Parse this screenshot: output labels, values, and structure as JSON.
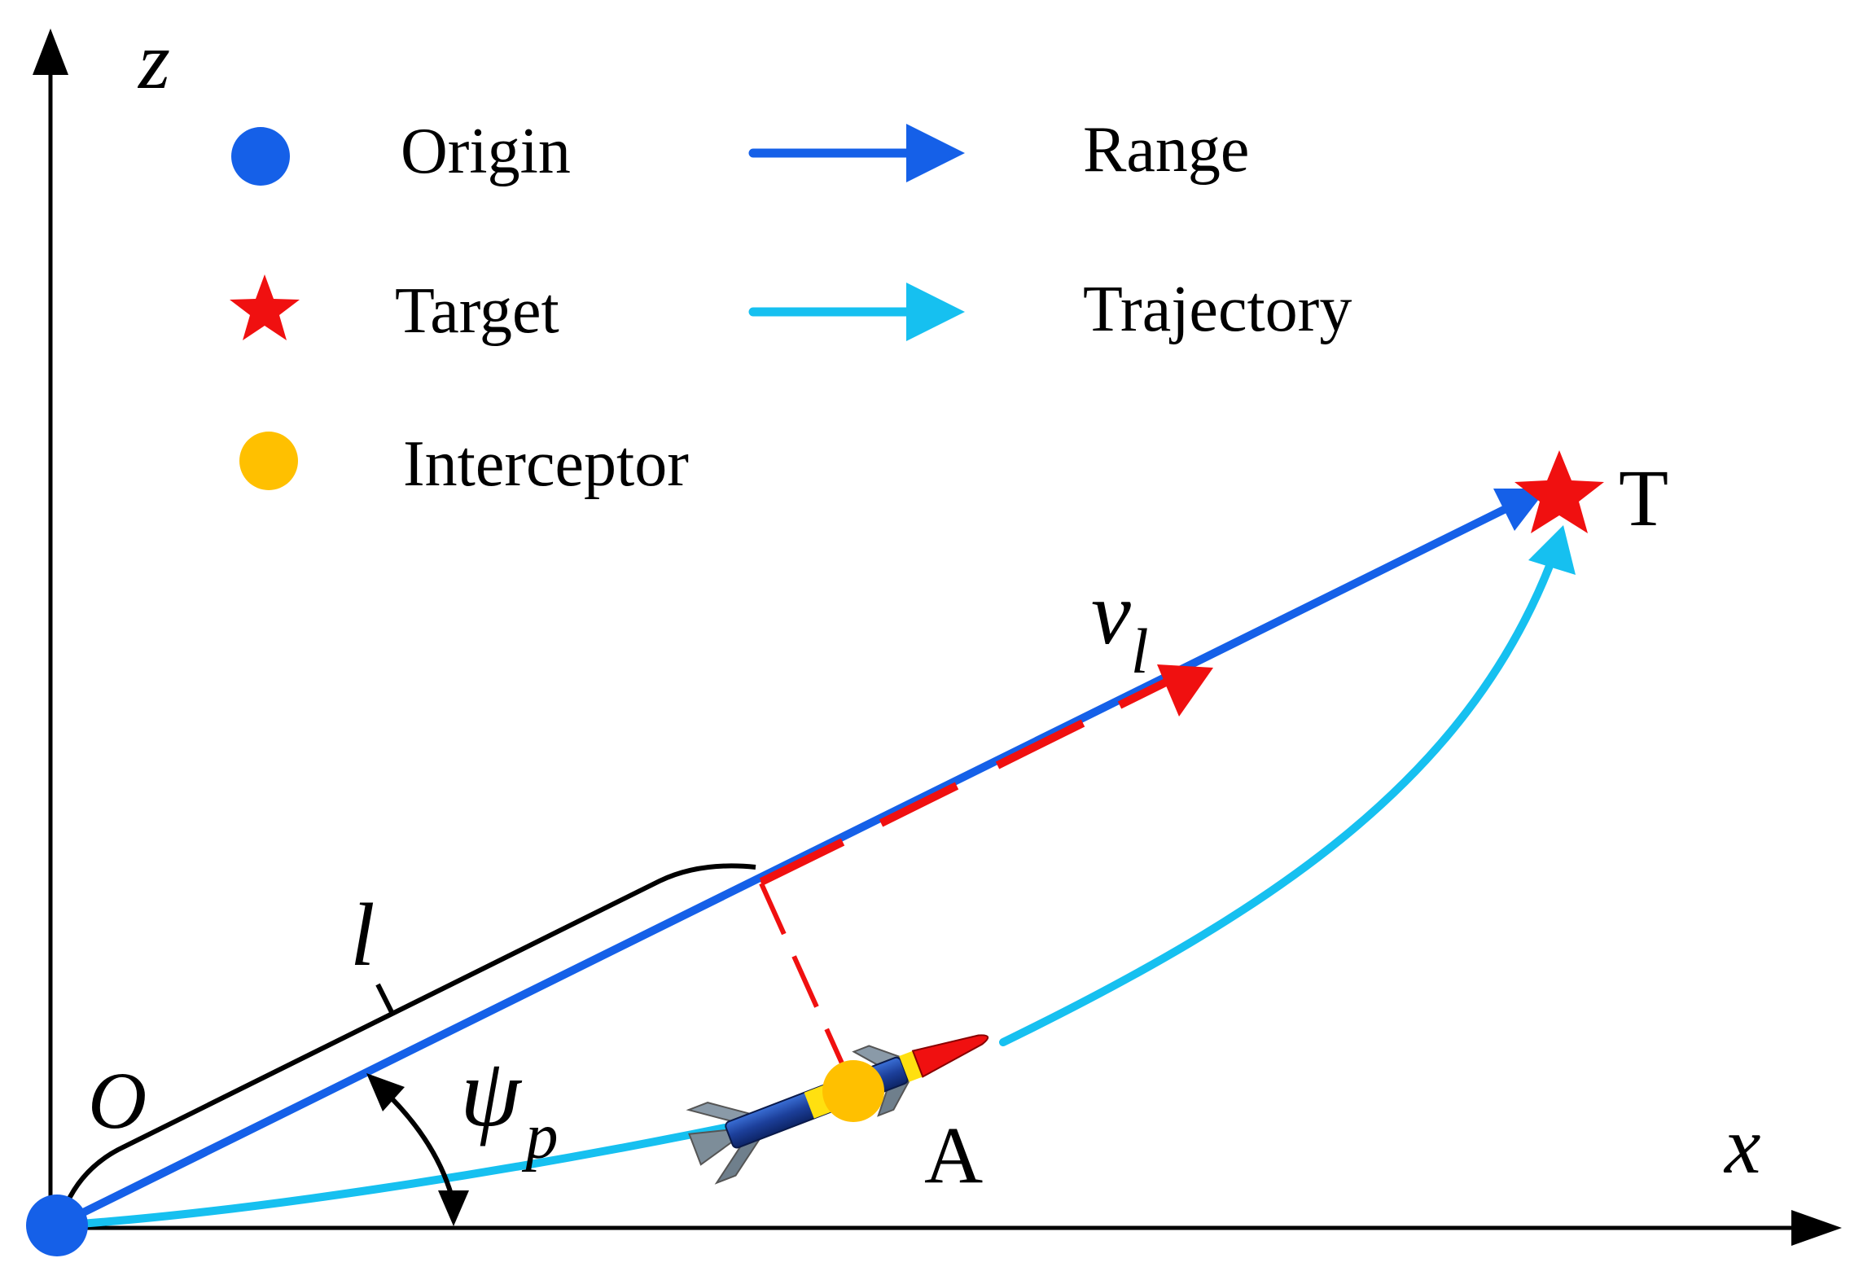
{
  "axes": {
    "z_label": "z",
    "x_label": "x",
    "origin_label": "O"
  },
  "legend": {
    "origin": "Origin",
    "target": "Target",
    "interceptor": "Interceptor",
    "range": "Range",
    "trajectory": "Trajectory"
  },
  "labels": {
    "target_point": "T",
    "interceptor_point": "A",
    "range_length": "l",
    "velocity": "v",
    "velocity_subscript": "l",
    "angle": "ψ",
    "angle_subscript": "p"
  },
  "colors": {
    "origin": "#1560E8",
    "range": "#1560E8",
    "trajectory": "#16C0F0",
    "target": "#F01010",
    "interceptor": "#FFC000",
    "axis": "#000000"
  },
  "icons": {
    "origin": "filled-circle",
    "target": "five-point-star",
    "interceptor": "filled-circle",
    "missile": "rocket"
  }
}
